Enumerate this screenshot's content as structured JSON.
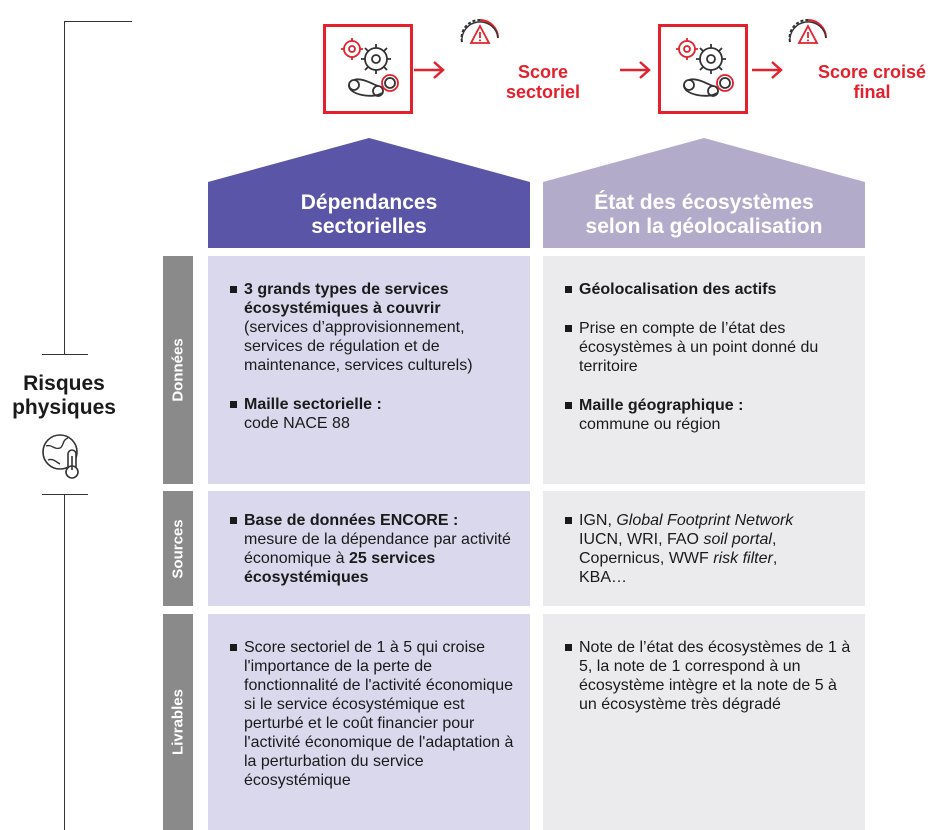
{
  "top": {
    "score1": [
      "Score",
      "sectoriel"
    ],
    "score2": [
      "Score croisé",
      "final"
    ]
  },
  "left_label": [
    "Risques",
    "physiques"
  ],
  "headers": {
    "left": [
      "Dépendances",
      "sectorielles"
    ],
    "right": [
      "État des écosystèmes",
      "selon la géolocalisation"
    ]
  },
  "tabs": {
    "donnees": "Données",
    "sources": "Sources",
    "livrables": "Livrables"
  },
  "donnees": {
    "left_item1_bold": "3 grands types de services écosystémiques à couvrir",
    "left_item1_text": "(services d’approvisionnement, services de régulation et de maintenance, services culturels)",
    "left_item2_bold": "Maille sectorielle :",
    "left_item2_text": "code NACE 88",
    "right_item1_bold": "Géolocalisation des actifs",
    "right_item2_text": "Prise en compte de l’état des écosystèmes à un point donné du territoire",
    "right_item3_bold": "Maille géographique :",
    "right_item3_text": "commune ou région"
  },
  "sources": {
    "left_bold": "Base de données ENCORE :",
    "left_text": "mesure de la dépendance par activité économique à",
    "left_bold2": "25 services écosystémiques",
    "right_a": "IGN,",
    "right_a_italic": "Global Footprint Network",
    "right_b": "IUCN, WRI, FAO",
    "right_b_italic": "soil portal",
    "right_b_end": ",",
    "right_c": "Copernicus, WWF",
    "right_c_italic": "risk filter",
    "right_c_end": ",",
    "right_d": "KBA…"
  },
  "livrables": {
    "left": "Score sectoriel de 1 à 5 qui croise l'importance de la perte de fonctionnalité de l'activité économique si le service écosystémique est perturbé et le coût financier pour l'activité économique de l'adaptation à la perturbation du service écosystémique",
    "right": "Note de l’état des écosystèmes de 1 à 5, la note de 1 correspond à un écosystème intègre et la note de 5 à un écosystème très dégradé"
  },
  "colors": {
    "accent_red": "#e3202c",
    "header_left": "#5a55a6",
    "header_right": "#b3abca",
    "cell_left": "#d9d8ec",
    "cell_right": "#ebebee",
    "tab_grey": "#8a8a8a"
  },
  "icons": [
    "gears-icon",
    "gauge-warning-icon",
    "arrow-right-icon",
    "globe-thermometer-icon"
  ]
}
